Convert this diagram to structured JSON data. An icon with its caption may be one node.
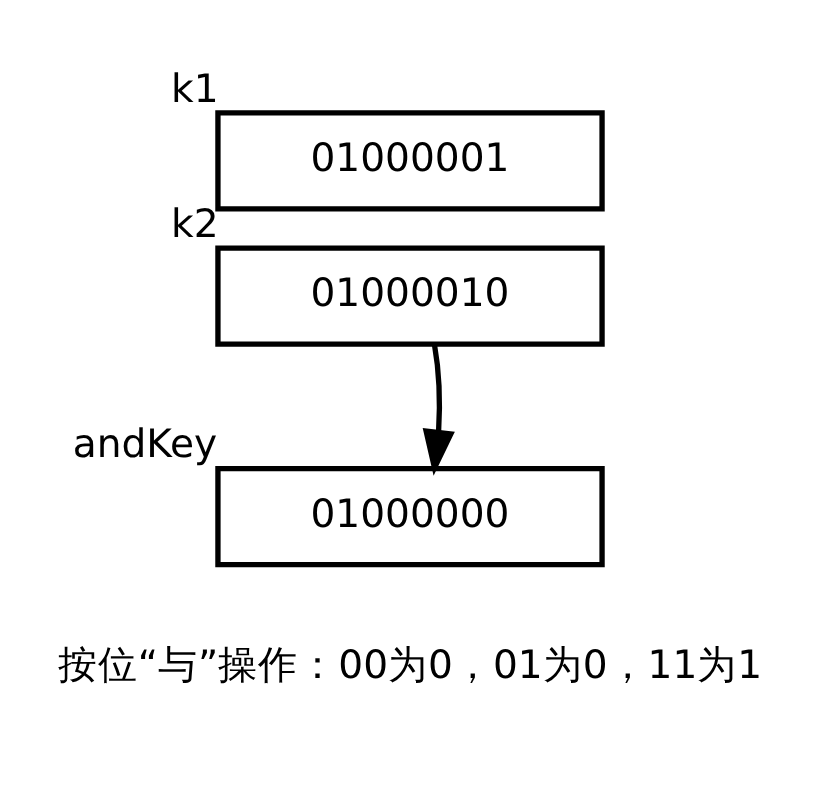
{
  "diagram": {
    "nodes": [
      {
        "text": [
          "01000001"
        ],
        "beside": [
          "k1"
        ]
      },
      {
        "text": [
          "01000010"
        ],
        "beside": [
          "k2"
        ]
      },
      {
        "text": [
          "01000000"
        ],
        "beside": [
          "andKey"
        ]
      }
    ],
    "edges": [
      {
        "from": 1,
        "to": 2,
        "arrow": "to"
      }
    ],
    "labels": [
      "按位“与”操作：00为0，01为0，11为1"
    ]
  }
}
